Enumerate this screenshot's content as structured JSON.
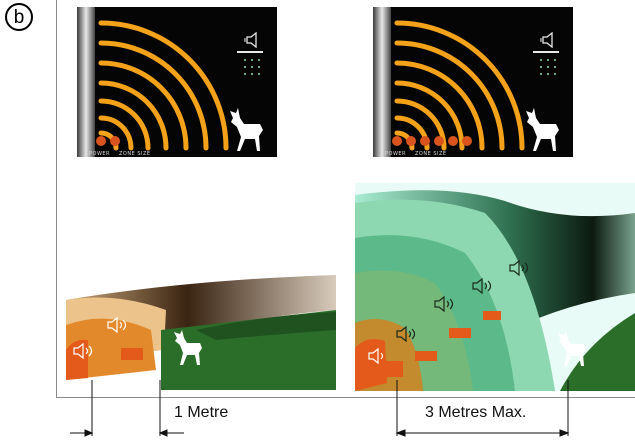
{
  "figure": {
    "panel_letter": "b",
    "device_left": {
      "power_label": "POWER",
      "zone_label": "ZONE SIZE"
    },
    "device_right": {
      "power_label": "POWER",
      "zone_label": "ZONE SIZE"
    },
    "dim_left_label": "1 Metre",
    "dim_right_label": "3 Metres Max."
  },
  "colors": {
    "panel_bg": "#050505",
    "arc": "#f3a21a",
    "led": "#d9541c",
    "ground": "#2b6e2a",
    "green_zone": "#6fc59a",
    "orange_zone": "#d9772a"
  },
  "icons": [
    "speaker-icon",
    "dog-icon",
    "transmitter-icon"
  ]
}
